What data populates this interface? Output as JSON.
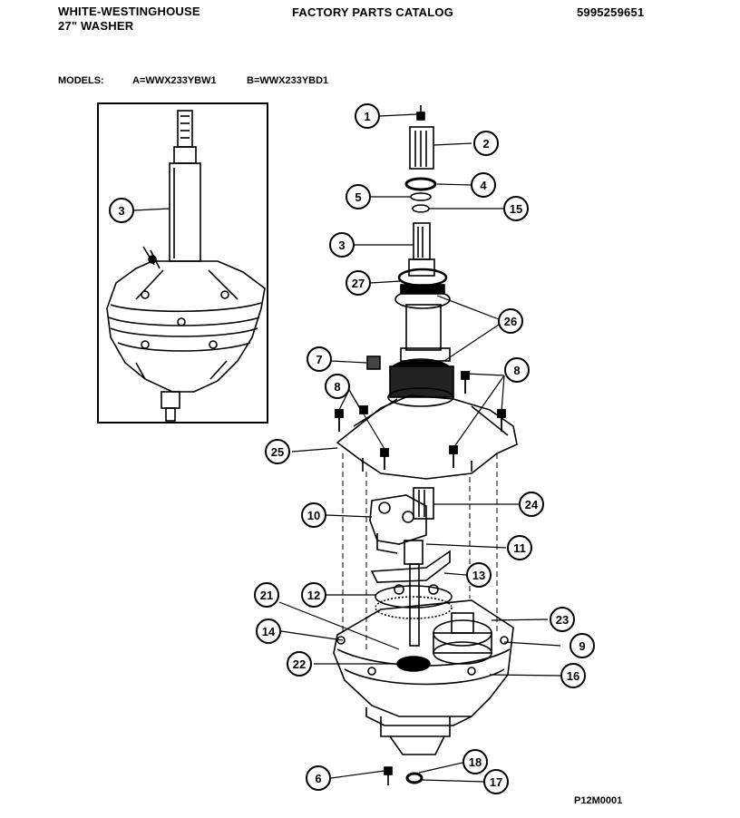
{
  "header": {
    "brand": "WHITE-WESTINGHOUSE",
    "product": "27\" WASHER",
    "catalog": "FACTORY PARTS CATALOG",
    "part_number": "5995259651"
  },
  "models": {
    "label": "MODELS:",
    "a": "A=WWX233YBW1",
    "b": "B=WWX233YBD1"
  },
  "callouts": [
    "1",
    "2",
    "4",
    "5",
    "15",
    "3",
    "27",
    "26",
    "7",
    "8",
    "8",
    "25",
    "24",
    "10",
    "11",
    "13",
    "12",
    "21",
    "23",
    "14",
    "9",
    "22",
    "16",
    "18",
    "6",
    "17"
  ],
  "inset_callout": "3",
  "footer": {
    "drawing_id": "P12M0001"
  }
}
